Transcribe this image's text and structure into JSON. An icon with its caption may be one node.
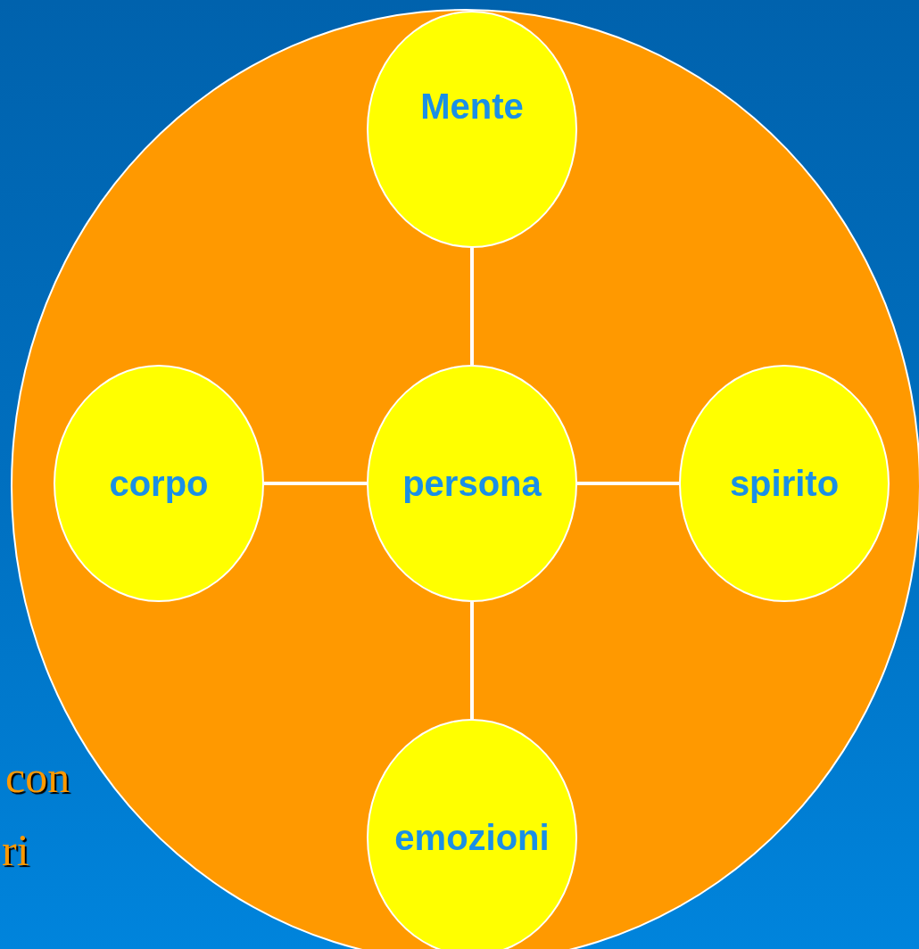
{
  "diagram": {
    "nodes": [
      {
        "text": [],
        "shape": "circle"
      },
      {
        "text": [
          "Mente"
        ],
        "in": 0
      },
      {
        "text": [
          "corpo"
        ],
        "in": 0
      },
      {
        "text": [
          "persona"
        ],
        "in": 0
      },
      {
        "text": [
          "spirito"
        ],
        "in": 0
      },
      {
        "text": [
          "emozioni"
        ],
        "in": 0
      }
    ],
    "edges": [
      {
        "from": 3,
        "to": 1,
        "arrow": "none"
      },
      {
        "from": 2,
        "to": 3,
        "arrow": "none"
      },
      {
        "from": 3,
        "to": 4,
        "arrow": "none"
      },
      {
        "from": 3,
        "to": 5,
        "arrow": "none"
      }
    ],
    "labels": [
      "con",
      "ri"
    ]
  }
}
